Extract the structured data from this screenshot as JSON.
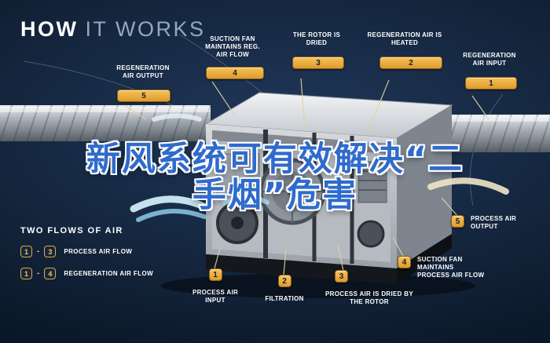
{
  "title": {
    "bold": "HOW",
    "light": "IT WORKS"
  },
  "overlay": {
    "line1": "新风系统可有效解决“二",
    "line2": "手烟”危害"
  },
  "callouts": [
    {
      "num": "5",
      "label": "REGENERATION AIR OUTPUT"
    },
    {
      "num": "4",
      "label": "SUCTION FAN MAINTAINS REG. AIR FLOW"
    },
    {
      "num": "3",
      "label": "THE ROTOR IS DRIED"
    },
    {
      "num": "2",
      "label": "REGENERATION AIR IS HEATED"
    },
    {
      "num": "1",
      "label": "REGENERATION AIR INPUT"
    },
    {
      "num": "5",
      "label": "PROCESS AIR OUTPUT"
    },
    {
      "num": "4",
      "label": "SUCTION FAN MAINTAINS PROCESS AIR FLOW"
    },
    {
      "num": "3",
      "label": "PROCESS AIR IS DRIED BY THE ROTOR"
    },
    {
      "num": "2",
      "label": "FILTRATION"
    },
    {
      "num": "1",
      "label": "PROCESS AIR INPUT"
    }
  ],
  "legend": {
    "heading": "TWO FLOWS OF AIR",
    "rows": [
      {
        "from": "1",
        "dash": "-",
        "to": "3",
        "label": "PROCESS AIR FLOW"
      },
      {
        "from": "1",
        "dash": "-",
        "to": "4",
        "label": "REGENERATION AIR FLOW"
      }
    ]
  },
  "colors": {
    "background": "#0d1c30",
    "badge": "#e8a838",
    "overlay_text": "#2f6bcc",
    "label_text": "#ffffff",
    "airflow_blue": "#9fd4ef"
  }
}
